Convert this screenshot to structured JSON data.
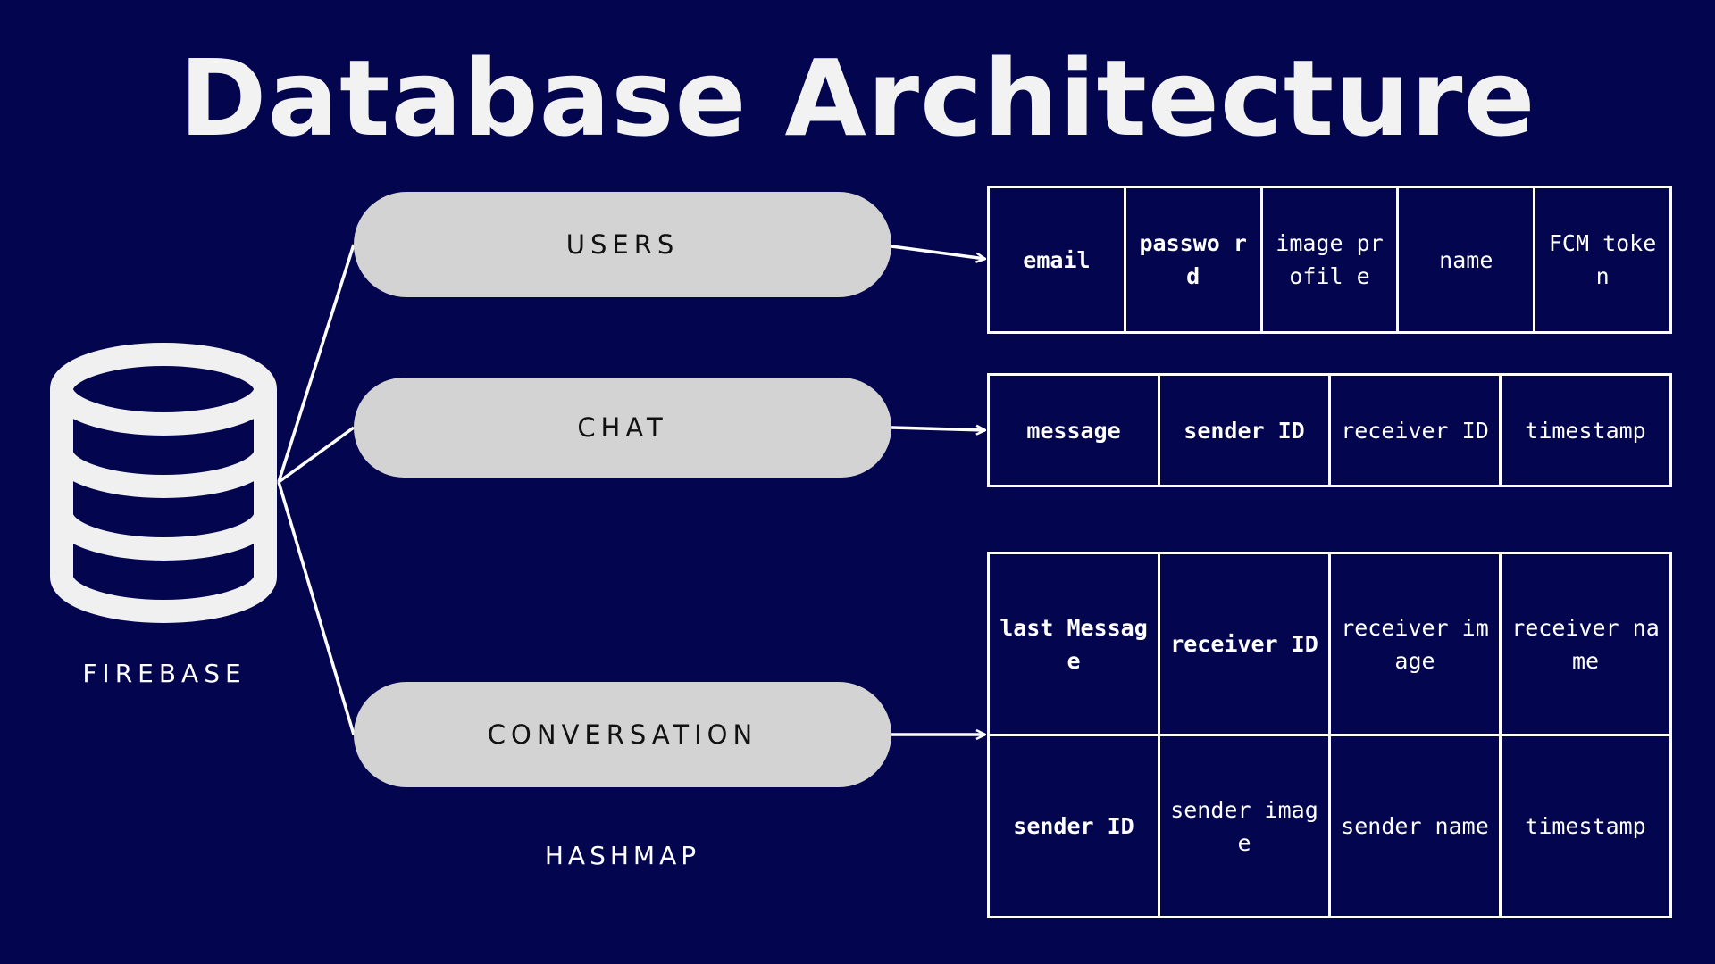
{
  "title": "Database Architecture",
  "source": {
    "label": "FIREBASE",
    "icon": "database-icon"
  },
  "collections": {
    "users": {
      "label": "USERS",
      "fields": [
        "email",
        "passwo rd",
        "image profil e",
        "name",
        "FCM token"
      ],
      "bold": [
        true,
        true,
        false,
        false,
        false
      ]
    },
    "chat": {
      "label": "CHAT",
      "fields": [
        "message",
        "sender ID",
        "receiver ID",
        "timestamp"
      ],
      "bold": [
        true,
        true,
        false,
        false
      ]
    },
    "conversation": {
      "label": "CONVERSATION",
      "caption": "HASHMAP",
      "rows": [
        [
          "last Message",
          "receiver ID",
          "receiver image",
          "receiver name"
        ],
        [
          "sender ID",
          "sender image",
          "sender name",
          "timestamp"
        ]
      ],
      "bold": [
        [
          true,
          true,
          false,
          false
        ],
        [
          true,
          false,
          false,
          false
        ]
      ]
    }
  },
  "colors": {
    "background": "#03064e",
    "pill": "#d3d3d3",
    "line": "#ffffff"
  }
}
